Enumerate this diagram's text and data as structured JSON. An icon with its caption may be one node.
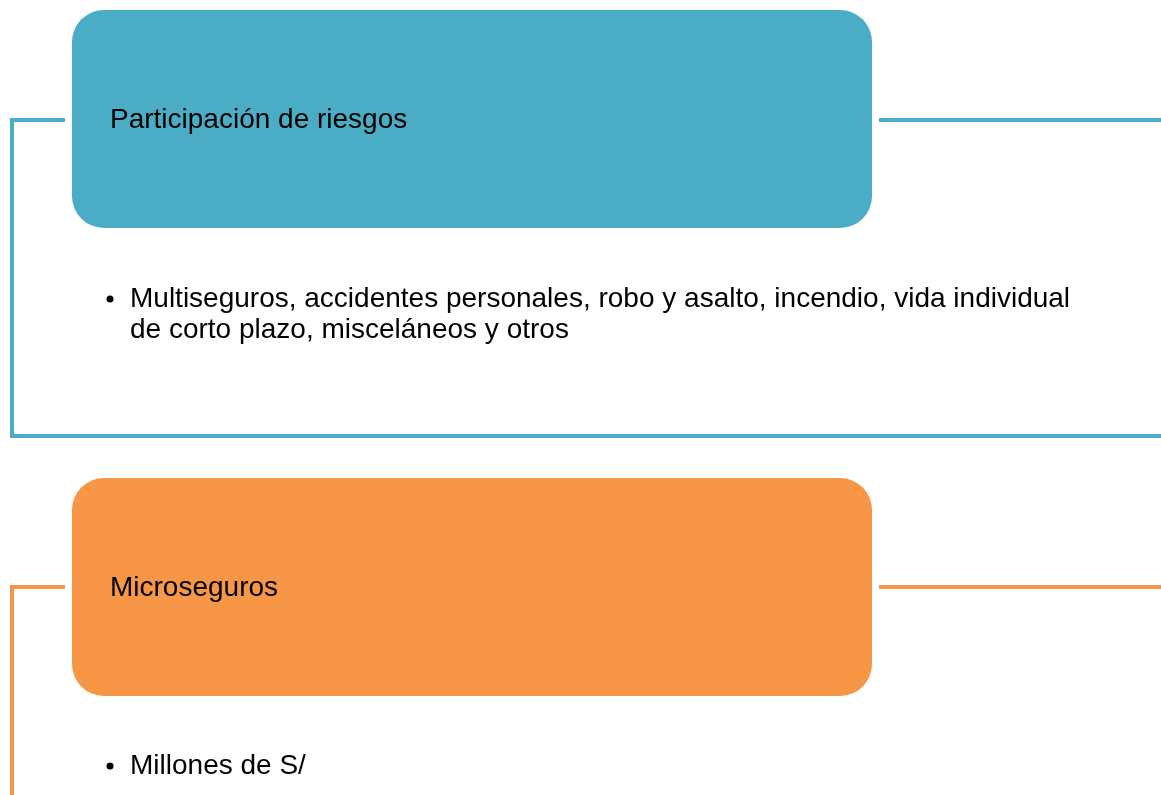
{
  "diagram": {
    "nodes": [
      {
        "text": [
          "Participación de riesgos"
        ]
      },
      {
        "text": [
          "Multiseguros, accidentes personales, robo y asalto, incendio, vida individual de corto plazo, misceláneos y otros"
        ]
      },
      {
        "text": [
          "Microseguros"
        ]
      },
      {
        "text": [
          "Millones de S/"
        ]
      }
    ],
    "edges": []
  }
}
